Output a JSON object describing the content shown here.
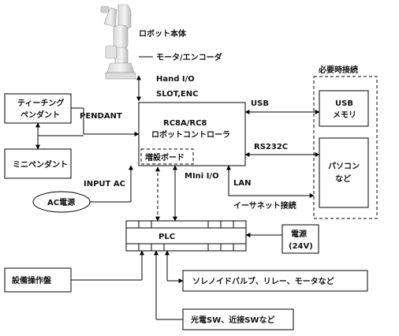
{
  "robot": {
    "label": "ロボット本体",
    "signals": [
      "モータ/エンコーダ",
      "Hand I/O",
      "SLOT,ENC"
    ]
  },
  "controller": {
    "line1": "RC8A/RC8",
    "line2": "ロボットコントローラ",
    "expansion_board": "増設ボード"
  },
  "teaching_pendant": {
    "line1": "ティーチング",
    "line2": "ペンダント"
  },
  "mini_pendant": "ミニペンダント",
  "pendant_label": "PENDANT",
  "input_ac": "INPUT AC",
  "ac_power": "AC電源",
  "optional": {
    "title": "必要時接続",
    "usb_memory": {
      "line1": "USB",
      "line2": "メモリ"
    },
    "pc": {
      "line1": "パソコン",
      "line2": "など"
    }
  },
  "usb_label": "USB",
  "rs232c_label": "RS232C",
  "lan_label": "LAN",
  "ethernet_label": "イーサネット接続",
  "mini_io_label": "MIni I/O",
  "plc": "PLC",
  "power_supply": {
    "line1": "電源",
    "line2": "(24V)"
  },
  "equipment_panel": "設備操作盤",
  "actuators": "ソレノイドバルブ、リレー、モータなど",
  "sensors": "光電SW、近接SWなど"
}
